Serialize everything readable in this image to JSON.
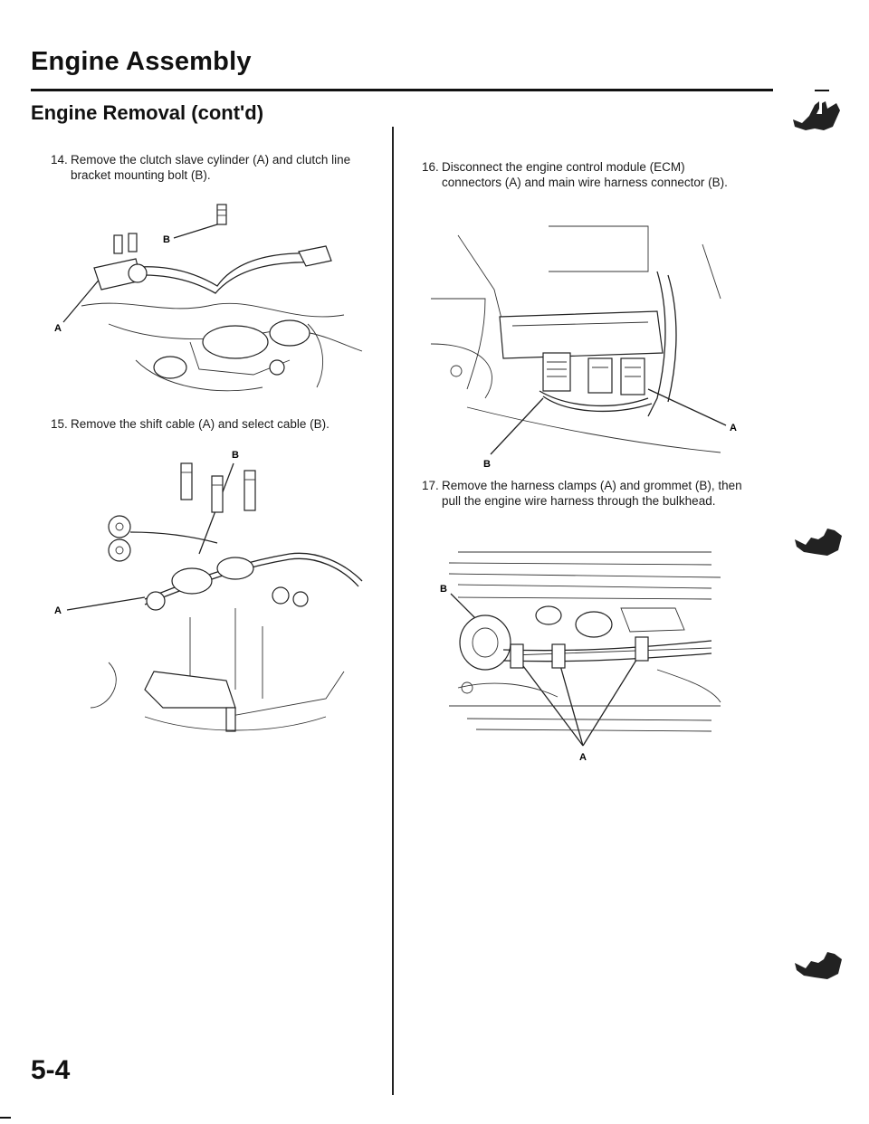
{
  "header": {
    "title": "Engine Assembly",
    "section": "Engine Removal (cont'd)"
  },
  "steps": [
    {
      "number": "14.",
      "text": "Remove the clutch slave cylinder (A) and clutch line bracket mounting bolt (B)."
    },
    {
      "number": "15.",
      "text": "Remove the shift cable (A) and select cable (B)."
    },
    {
      "number": "16.",
      "text": "Disconnect the engine control module (ECM) connectors (A) and main wire harness connector (B)."
    },
    {
      "number": "17.",
      "text": "Remove the harness clamps (A) and grommet (B), then pull the engine wire harness through the bulkhead."
    }
  ],
  "callouts": {
    "a": "A",
    "b": "B"
  },
  "icons": [
    "wrench-tool-icon",
    "wrench-tool-icon",
    "wrench-tool-icon"
  ],
  "footer": {
    "page_number": "5-4"
  }
}
